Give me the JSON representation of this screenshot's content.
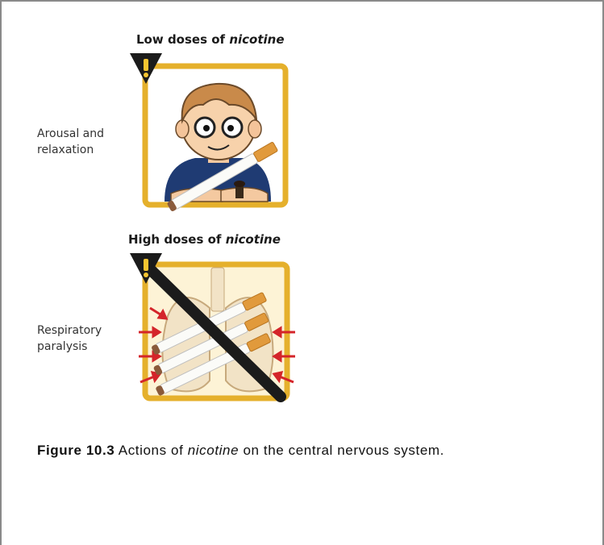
{
  "figure": {
    "panels": [
      {
        "heading_prefix": "Low doses of",
        "heading_emphasis": "nicotine",
        "side_label": "Arousal and relaxation",
        "warning_glyph": "!",
        "illustration": "boy-holding-cigarette",
        "icon": "warning-triangle-icon"
      },
      {
        "heading_prefix": "High doses of",
        "heading_emphasis": "nicotine",
        "side_label": "Respiratory paralysis",
        "warning_glyph": "!",
        "illustration": "lungs-with-cigarettes-crossed-out",
        "icon": "warning-triangle-icon"
      }
    ],
    "caption": {
      "number": "Figure 10.3",
      "text_before": "Actions of",
      "emphasis": "nicotine",
      "text_after": "on the central nervous system."
    }
  },
  "colors": {
    "frame_gold": "#e5b02c",
    "panel_background": "#fdf3d6",
    "warning_triangle": "#1b1b1b",
    "warning_exclamation": "#f6c531",
    "arrow_red": "#d4252a",
    "page_border": "#8a8a8a"
  }
}
